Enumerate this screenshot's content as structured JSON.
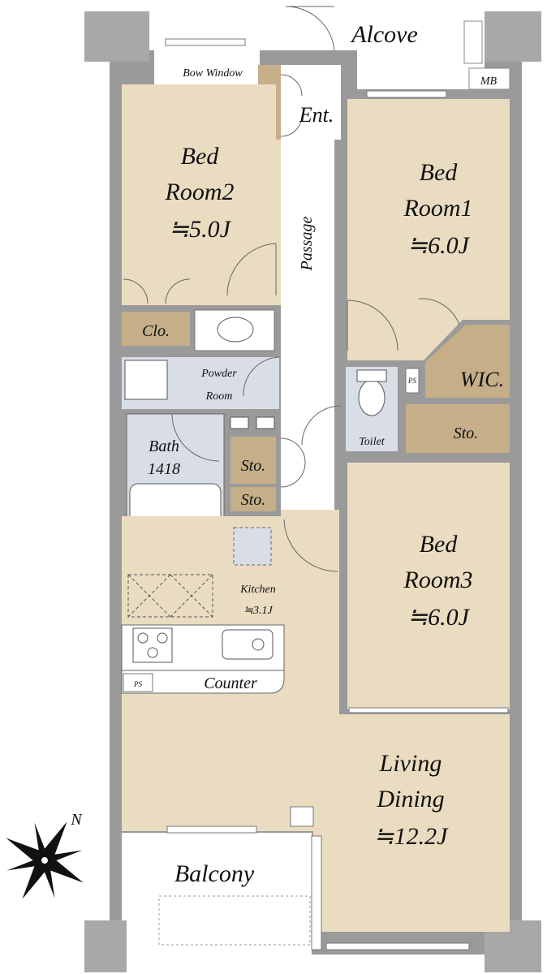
{
  "rooms": {
    "alcove": "Alcove",
    "mb": "MB",
    "bow_window": "Bow Window",
    "entrance": "Ent.",
    "passage": "Passage",
    "bedroom2": {
      "line1": "Bed",
      "line2": "Room2",
      "area": "≒5.0J"
    },
    "bedroom1": {
      "line1": "Bed",
      "line2": "Room1",
      "area": "≒6.0J"
    },
    "closet": "Clo.",
    "wic": "WIC.",
    "ps_upper": "PS",
    "powder": {
      "line1": "Powder",
      "line2": "Room"
    },
    "toilet": "Toilet",
    "storage_right": "Sto.",
    "bath": {
      "line1": "Bath",
      "line2": "1418"
    },
    "storage_a": "Sto.",
    "storage_b": "Sto.",
    "kitchen": {
      "line1": "Kitchen",
      "area": "≒3.1J"
    },
    "bedroom3": {
      "line1": "Bed",
      "line2": "Room3",
      "area": "≒6.0J"
    },
    "ps_lower": "PS",
    "counter": "Counter",
    "living": {
      "line1": "Living",
      "line2": "Dining",
      "area": "≒12.2J"
    },
    "balcony": "Balcony"
  },
  "compass": {
    "north": "N"
  },
  "colors": {
    "room_tan": "#eadcc0",
    "storage_brown": "#c6ae88",
    "wet_area_blue": "#d8dde6",
    "wall_gray": "#9a9a9a",
    "column_gray": "#a8a8a8"
  }
}
